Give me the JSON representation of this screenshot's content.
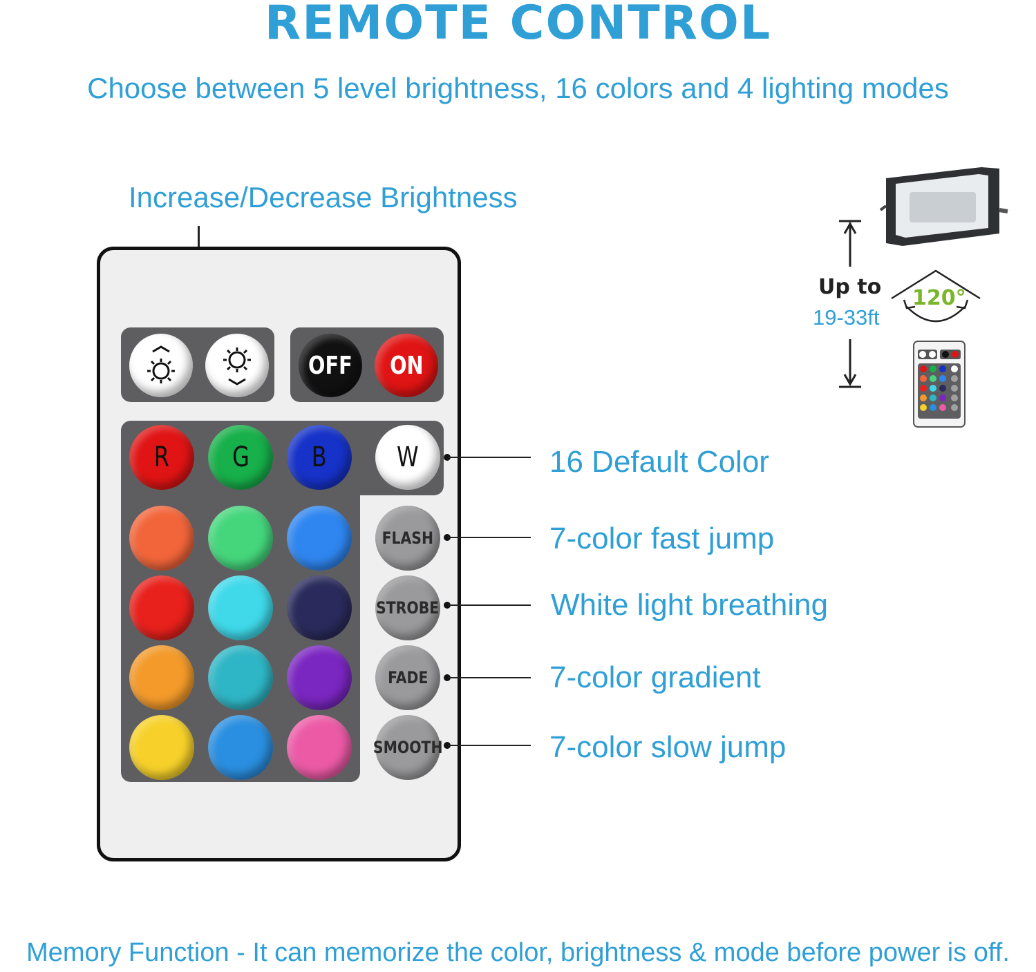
{
  "header": {
    "title": "REMOTE CONTROL",
    "subtitle": "Choose between 5 level brightness, 16 colors and 4 lighting modes"
  },
  "callouts": {
    "brightness": "Increase/Decrease Brightness",
    "default_color": "16 Default Color",
    "flash": "7-color fast jump",
    "strobe": "White light breathing",
    "fade": "7-color gradient",
    "smooth": "7-color slow jump"
  },
  "remote": {
    "power": {
      "off_label": "OFF",
      "on_label": "ON"
    },
    "brightness_buttons": [
      "brightness-up-icon",
      "brightness-down-icon"
    ],
    "primary_row": [
      {
        "label": "R",
        "color": "#e01414"
      },
      {
        "label": "G",
        "color": "#17b04a"
      },
      {
        "label": "B",
        "color": "#1632c8"
      },
      {
        "label": "W",
        "color": "#ffffff"
      }
    ],
    "color_grid": [
      [
        "#f2653a",
        "#45d67c",
        "#2f86f0"
      ],
      [
        "#e8211c",
        "#3fd9ea",
        "#2a2a5c"
      ],
      [
        "#f39a2a",
        "#2fb6c6",
        "#7a26c0"
      ],
      [
        "#f7d12a",
        "#2a8fe0",
        "#ec5aa6"
      ]
    ],
    "modes": [
      "FLASH",
      "STROBE",
      "FADE",
      "SMOOTH"
    ]
  },
  "illustration": {
    "range_label": "Up to",
    "range_value": "19-33ft",
    "angle": "120°",
    "icons": [
      "floodlight-icon",
      "mini-remote-icon",
      "distance-arrow-icon",
      "beam-angle-icon"
    ]
  },
  "footer": {
    "text": "Memory Function - It can memorize the color, brightness & mode before power is off."
  }
}
